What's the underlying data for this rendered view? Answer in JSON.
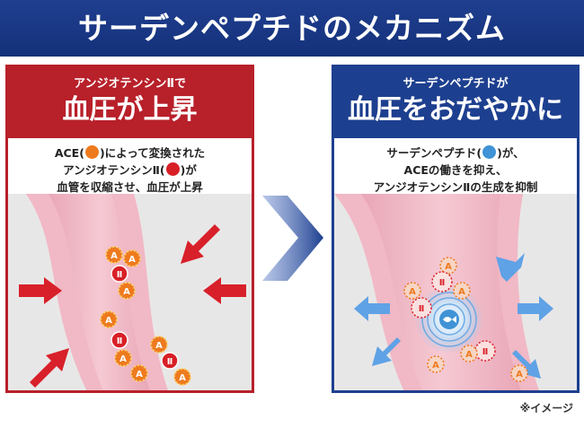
{
  "title": "サーデンペプチドのメカニズム",
  "left_panel": {
    "subtitle": "アンジオテンシンⅡで",
    "heading": "血圧が上昇",
    "desc_line1_a": "ACE(",
    "desc_line1_b": ")によって変換された",
    "desc_line2_a": "アンジオテンシンⅡ(",
    "desc_line2_b": ")が",
    "desc_line3": "血管を収縮させ、血圧が上昇"
  },
  "right_panel": {
    "subtitle": "サーデンペプチドが",
    "heading": "血圧をおだやかに",
    "desc_line1_a": "サーデンペプチド(",
    "desc_line1_b": ")が、",
    "desc_line2": "ACEの働きを抑え、",
    "desc_line3": "アンジオテンシンⅡの生成を抑制"
  },
  "markers": {
    "ace": "A",
    "angiotensin": "Ⅱ"
  },
  "note": "※イメージ",
  "colors": {
    "banner": "#1f3f8f",
    "left_accent": "#b8202a",
    "right_accent": "#1d3f8f",
    "ace": "#ee7a1e",
    "angiotensin": "#d81f26",
    "peptide": "#3f93d6"
  }
}
